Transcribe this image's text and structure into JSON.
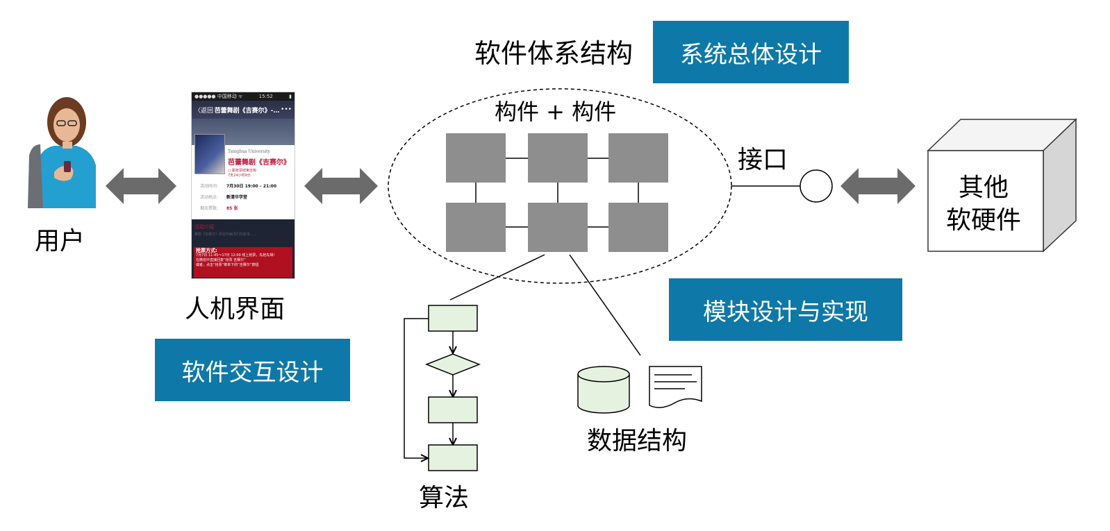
{
  "labels": {
    "user": "用户",
    "hci": "人机界面",
    "software_arch": "软件体系结构",
    "components": "构件 + 构件",
    "interface": "接口",
    "other_hw": [
      "其他",
      "软硬件"
    ],
    "data_structure": "数据结构",
    "algorithm": "算法"
  },
  "boxes": {
    "system_design": "系统总体设计",
    "interaction_design": "软件交互设计",
    "module_design": "模块设计与实现"
  },
  "phone": {
    "status_left": "●●●●● 中国移动 ᯤ",
    "status_time": "15:52",
    "status_right": "▮",
    "back": "〈返回",
    "title": "芭蕾舞剧《吉赛尔》-…",
    "more": "•••",
    "university": "Tsinghua University",
    "show_title": "芭蕾舞剧《吉赛尔》",
    "countdown": [
      "○ 距抢票结束还有:",
      "7天24小时9分"
    ],
    "rows": [
      {
        "k": "活动时间:",
        "v": "7月30日 19:00 – 21:00"
      },
      {
        "k": "活动地点:",
        "v": "新清华学堂"
      },
      {
        "k": "剩余票数:",
        "v": "85 张"
      }
    ],
    "intro_head": "活动介绍",
    "intro_blur": "舞剧《吉赛尔》原名叫幽灵们的故事……",
    "rules_head": "抢票方式:",
    "rules": [
      "7月7日 11:45～17日 12:00 线上抢票，先抢先得!",
      "在微信中直接回复“抢票 吉赛尔”",
      "或者，点击“抢票”菜单下的“吉赛尔”按钮"
    ]
  },
  "colors": {
    "accent_box": "#0e79a8",
    "component": "#8e8e8e",
    "flow_fill": "#e6f2e0",
    "arrow": "#6b6b6b"
  },
  "icons": [
    "user-photo",
    "phone-screenshot",
    "double-arrow-icon",
    "database-cylinder-icon",
    "document-icon",
    "interface-circle-icon",
    "cube-icon",
    "decision-diamond-icon"
  ]
}
